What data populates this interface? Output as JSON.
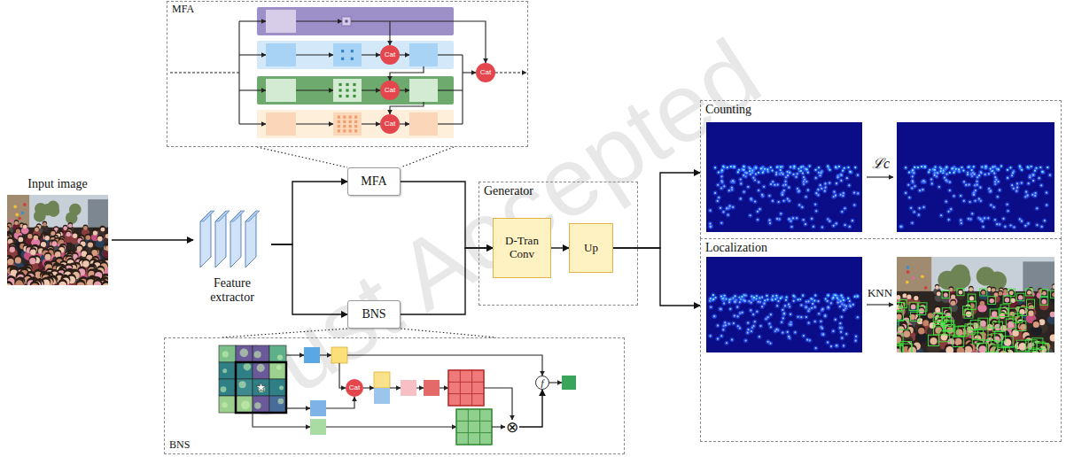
{
  "diagram": {
    "nodes": [
      {
        "text": [
          "MFA"
        ]
      },
      {
        "text": [
          "Cat"
        ],
        "in": 0
      },
      {
        "text": [
          "Cat"
        ],
        "in": 0
      },
      {
        "text": [
          "Cat"
        ],
        "in": 0
      },
      {
        "text": [
          "Cat"
        ],
        "in": 0
      },
      {
        "text": [
          "Input image"
        ]
      },
      {
        "text": [
          "Feature extractor"
        ]
      },
      {
        "text": [
          "MFA"
        ]
      },
      {
        "text": [
          "BNS"
        ]
      },
      {
        "text": [
          "Generator"
        ]
      },
      {
        "text": [
          "D-Tran Conv"
        ],
        "in": 9
      },
      {
        "text": [
          "Up"
        ],
        "in": 9
      },
      {
        "text": [
          "Counting"
        ]
      },
      {
        "text": [
          "Localization"
        ]
      },
      {
        "text": [
          "BNS"
        ]
      },
      {
        "text": [
          "Cat"
        ],
        "in": 14
      },
      {
        "text": [
          "f"
        ],
        "in": 14
      },
      {
        "text": [
          "⊗"
        ],
        "in": 14
      }
    ],
    "edges": [
      {
        "from": 5,
        "to": 6,
        "arrow": "to"
      },
      {
        "from": 6,
        "to": 7,
        "arrow": "to"
      },
      {
        "from": 6,
        "to": 8,
        "arrow": "to"
      },
      {
        "from": 7,
        "to": 10,
        "arrow": "to"
      },
      {
        "from": 8,
        "to": 10,
        "arrow": "to"
      },
      {
        "from": 10,
        "to": 11,
        "arrow": "to"
      },
      {
        "from": 11,
        "to": 12,
        "arrow": "to"
      },
      {
        "from": 11,
        "to": 13,
        "arrow": "to"
      },
      {
        "from": 17,
        "to": 16,
        "arrow": "to"
      }
    ],
    "labels": [
      "ℒc",
      "KNN",
      "Just Accepted"
    ]
  }
}
